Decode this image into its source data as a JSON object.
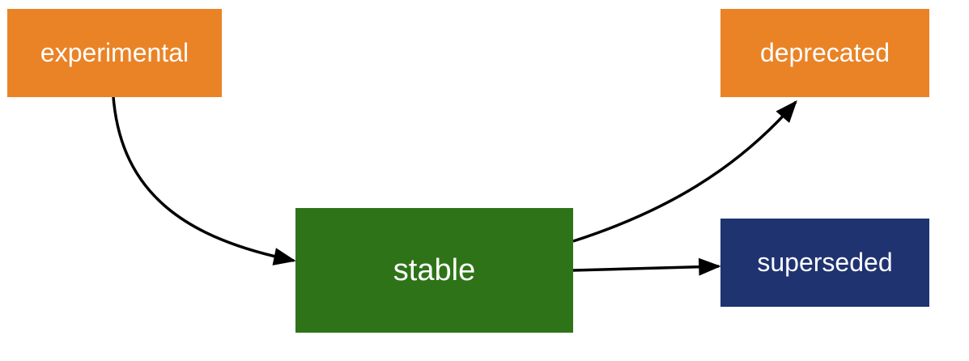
{
  "nodes": {
    "experimental": {
      "label": "experimental",
      "color": "#EA8326"
    },
    "deprecated": {
      "label": "deprecated",
      "color": "#EA8326"
    },
    "stable": {
      "label": "stable",
      "color": "#2E7318"
    },
    "superseded": {
      "label": "superseded",
      "color": "#1F3371"
    }
  },
  "edges": [
    {
      "from": "experimental",
      "to": "stable"
    },
    {
      "from": "stable",
      "to": "deprecated"
    },
    {
      "from": "stable",
      "to": "superseded"
    }
  ]
}
